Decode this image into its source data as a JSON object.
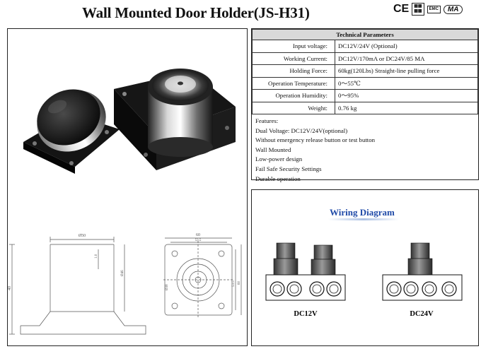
{
  "header": {
    "title": "Wall Mounted Door Holder(JS-H31)",
    "certifications": [
      "CE",
      "EMC",
      "MA"
    ]
  },
  "specs": {
    "heading": "Technical Parameters",
    "rows": [
      {
        "label": "Input voltage:",
        "value": "DC12V/24V (Optional)"
      },
      {
        "label": "Working Current:",
        "value": "DC12V/170mA or DC24V/85 MA"
      },
      {
        "label": "Holding Force:",
        "value": "60kg(120Lbs) Straight-line pulling force"
      },
      {
        "label": "Operation Temperature:",
        "value": "0～55℃"
      },
      {
        "label": "Operation Humidity:",
        "value": "0～95%"
      },
      {
        "label": "Weight:",
        "value": "0.76 kg"
      }
    ]
  },
  "features": {
    "heading": "Features:",
    "items": [
      "Dual Voltage: DC12V/24V(optional)",
      "Without emergency release button or test button",
      "Wall Mounted",
      "Low-power design",
      "Fail Safe Security Settings",
      "Durable operation"
    ]
  },
  "drawing": {
    "dims": {
      "front_top": "Ø50",
      "front_side": "40",
      "front_mid": "1.0",
      "front_inner": "Ø46",
      "plan_width": "60",
      "plan_inner": "53.5",
      "plan_hole": "Ø38",
      "plan_side_a": "53.5",
      "plan_side_b": "60"
    }
  },
  "wiring": {
    "title": "Wiring Diagram",
    "diagrams": [
      {
        "label": "DC12V"
      },
      {
        "label": "DC24V"
      }
    ]
  },
  "colors": {
    "wiring_title": "#1f4aa8",
    "table_header": "#d9d9d9",
    "product": "#1a1a1a"
  }
}
